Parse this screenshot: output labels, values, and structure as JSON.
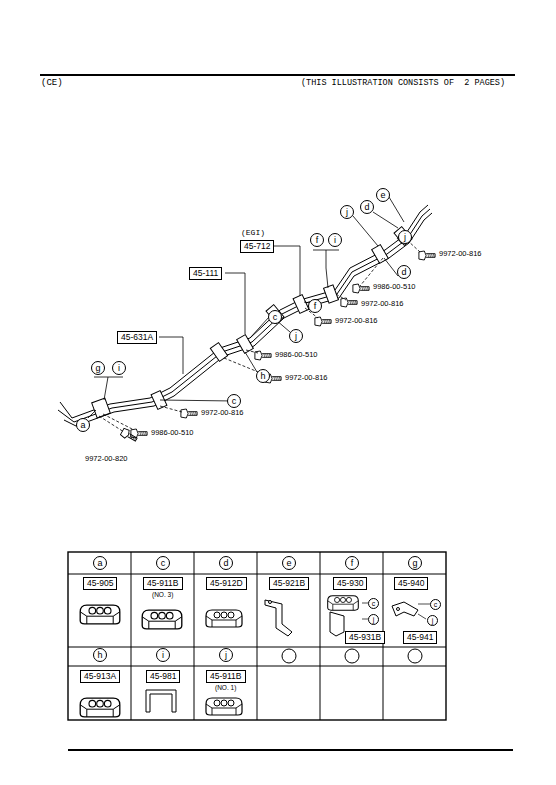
{
  "diagram": {
    "nodes": [
      {
        "text": [
          "e"
        ]
      },
      {
        "text": [
          "d"
        ]
      },
      {
        "text": [
          "j"
        ]
      },
      {
        "text": [
          "45-712"
        ]
      },
      {
        "text": [
          "f"
        ]
      },
      {
        "text": [
          "i"
        ]
      },
      {
        "text": [
          "j"
        ]
      },
      {
        "text": [
          "d"
        ]
      },
      {
        "text": [
          "45-111"
        ]
      },
      {
        "text": [
          "f"
        ]
      },
      {
        "text": [
          "45-631A"
        ]
      },
      {
        "text": [
          "c"
        ]
      },
      {
        "text": [
          "j"
        ]
      },
      {
        "text": [
          "h"
        ]
      },
      {
        "text": [
          "g"
        ]
      },
      {
        "text": [
          "i"
        ]
      },
      {
        "text": [
          "c"
        ]
      },
      {
        "text": [
          "a"
        ]
      },
      {
        "text": [
          "a"
        ]
      },
      {
        "text": [
          "45-905"
        ]
      },
      {
        "text": [
          "c"
        ]
      },
      {
        "text": [
          "45-911B"
        ]
      },
      {
        "text": [
          "d"
        ]
      },
      {
        "text": [
          "45-912D"
        ]
      },
      {
        "text": [
          "e"
        ]
      },
      {
        "text": [
          "45-921B"
        ]
      },
      {
        "text": [
          "f"
        ]
      },
      {
        "text": [
          "45-930"
        ]
      },
      {
        "text": [
          "c"
        ]
      },
      {
        "text": [
          "j"
        ]
      },
      {
        "text": [
          "45-931B"
        ]
      },
      {
        "text": [
          "g"
        ]
      },
      {
        "text": [
          "45-940"
        ]
      },
      {
        "text": [
          "c"
        ]
      },
      {
        "text": [
          "j"
        ]
      },
      {
        "text": [
          "45-941"
        ]
      },
      {
        "text": [
          "h"
        ]
      },
      {
        "text": [
          "45-913A"
        ]
      },
      {
        "text": [
          "i"
        ]
      },
      {
        "text": [
          "45-981"
        ]
      },
      {
        "text": [
          "j"
        ]
      },
      {
        "text": [
          "45-911B"
        ]
      }
    ],
    "labels": [
      "(CE)",
      "(THIS ILLUSTRATION CONSISTS OF  2 PAGES)",
      "(EGI)",
      "9972-00-816",
      "9986-00-510",
      "9972-00-816",
      "9972-00-816",
      "9986-00-510",
      "9972-00-816",
      "9972-00-816",
      "9986-00-510",
      "9972-00-820",
      "(NO. 3)",
      "(NO. 1)"
    ]
  }
}
